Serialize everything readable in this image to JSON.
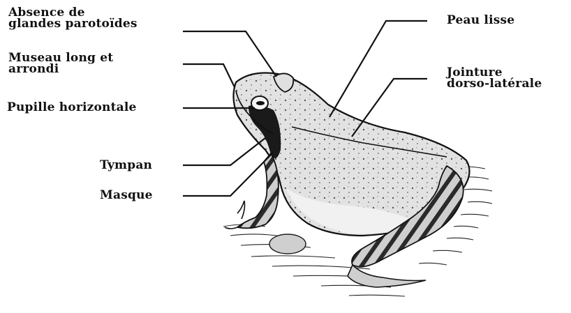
{
  "diagram": {
    "labels": {
      "parotoides": [
        "Absence de",
        "glandes parotoïdes"
      ],
      "museau": [
        "Museau long et",
        "arrondi"
      ],
      "pupille": "Pupille horizontale",
      "tympan": "Tympan",
      "masque": "Masque",
      "peau": "Peau lisse",
      "jointure": [
        "Jointure",
        "dorso-latérale"
      ]
    },
    "colors": {
      "ink": "#111111",
      "background": "#ffffff",
      "frog_fill": "#d9d9d9"
    }
  }
}
